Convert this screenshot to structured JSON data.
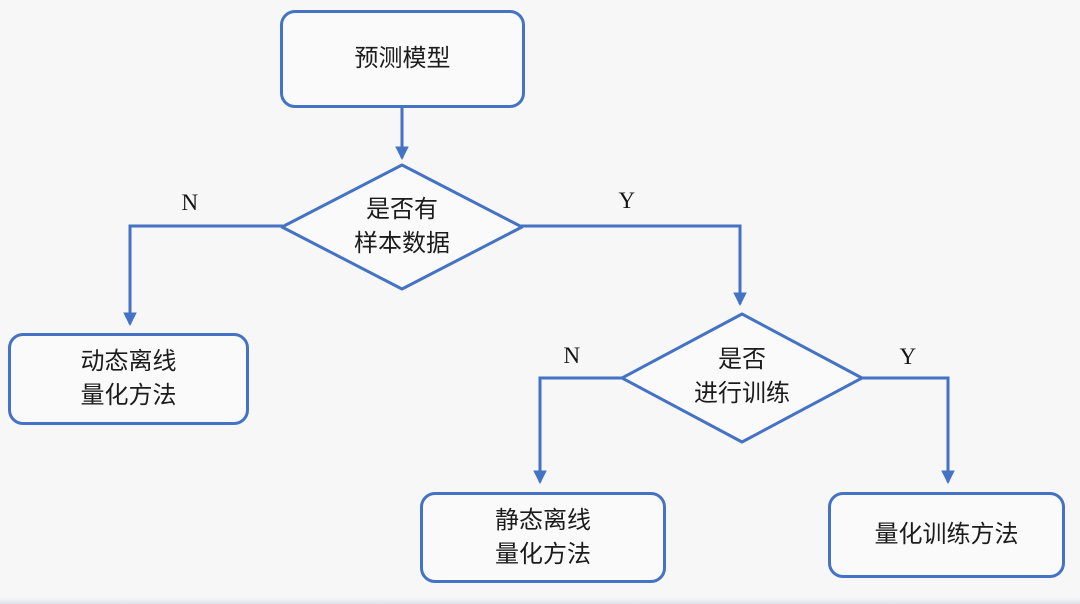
{
  "flowchart": {
    "colors": {
      "accent": "#4472c4",
      "text": "#1c1c1c",
      "background": "#f7f7f8"
    },
    "nodes": {
      "model": {
        "type": "process",
        "label": "预测模型"
      },
      "has_sample_data": {
        "type": "decision",
        "line1": "是否有",
        "line2": "样本数据"
      },
      "dynamic_offline": {
        "type": "process",
        "line1": "动态离线",
        "line2": "量化方法"
      },
      "do_training": {
        "type": "decision",
        "line1": "是否",
        "line2": "进行训练"
      },
      "static_offline": {
        "type": "process",
        "line1": "静态离线",
        "line2": "量化方法"
      },
      "quant_training": {
        "type": "process",
        "label": "量化训练方法"
      }
    },
    "edge_labels": {
      "no_sample": "N",
      "yes_sample": "Y",
      "no_training": "N",
      "yes_training": "Y"
    }
  }
}
